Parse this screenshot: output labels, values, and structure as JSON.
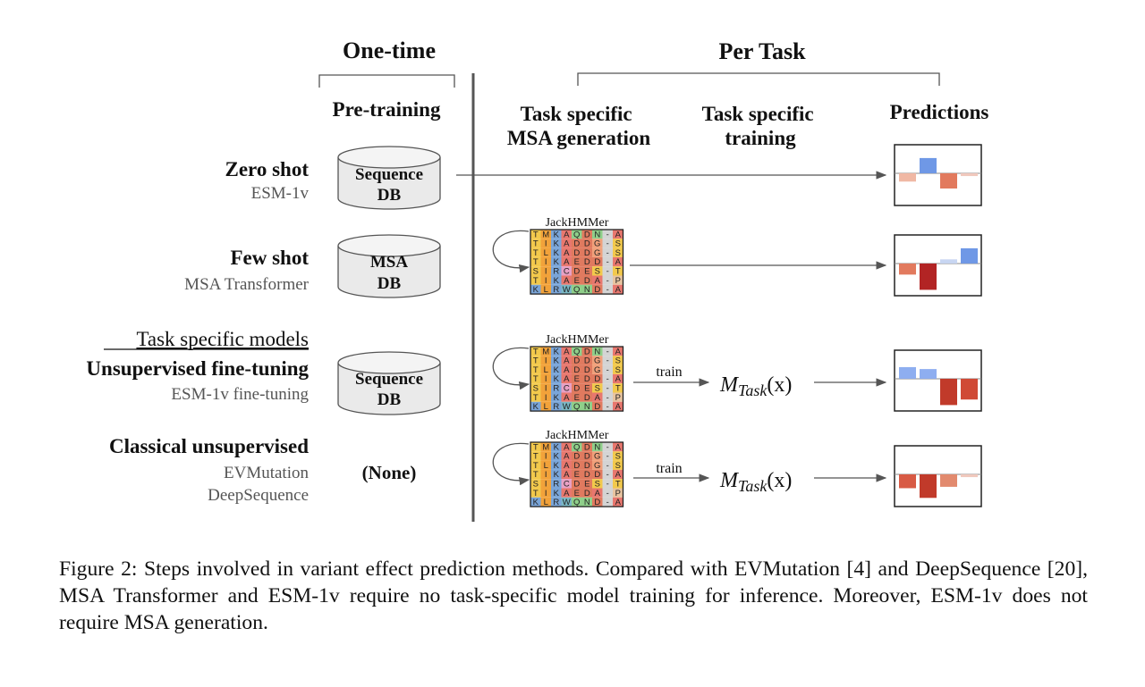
{
  "headers": {
    "one_time": "One-time",
    "per_task": "Per Task",
    "pretraining": "Pre-training",
    "msa_gen_1": "Task specific",
    "msa_gen_2": "MSA generation",
    "train_1": "Task specific",
    "train_2": "training",
    "predictions": "Predictions"
  },
  "rows": [
    {
      "title": "Zero shot",
      "subs": [
        "ESM-1v"
      ],
      "db": [
        "Sequence",
        "DB"
      ]
    },
    {
      "title": "Few shot",
      "subs": [
        "MSA Transformer"
      ],
      "db": [
        "MSA",
        "DB"
      ]
    },
    {
      "title": "Unsupervised fine-tuning",
      "subs": [
        "ESM-1v fine-tuning"
      ],
      "db": [
        "Sequence",
        "DB"
      ]
    },
    {
      "title": "Classical unsupervised",
      "subs": [
        "EVMutation",
        "DeepSequence"
      ],
      "db": []
    }
  ],
  "group_label": "Task specific models",
  "none_label": "(None)",
  "msa": {
    "tool": "JackHMMer",
    "sequences": [
      "TMKAQDN-A",
      "TIKADDG-S",
      "TLKADDG-S",
      "TIKAEDD-A",
      "SIRCDES-T",
      "TIKAEDA-P",
      "KLRWQND-A"
    ],
    "residue_colors": {
      "T": "#f2c94c",
      "S": "#f2c94c",
      "I": "#f2a23a",
      "L": "#f2a23a",
      "M": "#f2a23a",
      "K": "#7aa5d8",
      "R": "#7aa5d8",
      "A": "#e8776e",
      "C": "#e8a0c4",
      "W": "#7ab8c4",
      "Q": "#8fcf8a",
      "N": "#8fcf8a",
      "D": "#e07a5f",
      "E": "#e07a5f",
      "G": "#f0a07a",
      "P": "#e8c4a0",
      "-": "#d4d4d4"
    }
  },
  "train_label": "train",
  "model_label": {
    "base": "M",
    "sub": "Task",
    "arg": "(x)"
  },
  "predictions": [
    {
      "values": [
        -0.3,
        0.55,
        -0.55,
        -0.1
      ],
      "colors": [
        "#f0b8a4",
        "#6f98e6",
        "#e27a5e",
        "#f0c8bc"
      ]
    },
    {
      "values": [
        -0.4,
        -0.95,
        0.15,
        0.55
      ],
      "colors": [
        "#e27a5e",
        "#b22424",
        "#c8d6f2",
        "#6f98e6"
      ]
    },
    {
      "values": [
        0.42,
        0.35,
        -0.95,
        -0.75
      ],
      "colors": [
        "#8eaef0",
        "#8eaef0",
        "#c13a2a",
        "#d04a36"
      ]
    },
    {
      "values": [
        -0.5,
        -0.85,
        -0.45,
        -0.1
      ],
      "colors": [
        "#d85a44",
        "#c13a2a",
        "#e28a6e",
        "#f0c8bc"
      ]
    }
  ],
  "caption": "Figure 2: Steps involved in variant effect prediction methods. Compared with EVMutation [4] and DeepSequence [20], MSA Transformer and ESM-1v require no task-specific model training for inference. Moreover, ESM-1v does not require MSA generation."
}
